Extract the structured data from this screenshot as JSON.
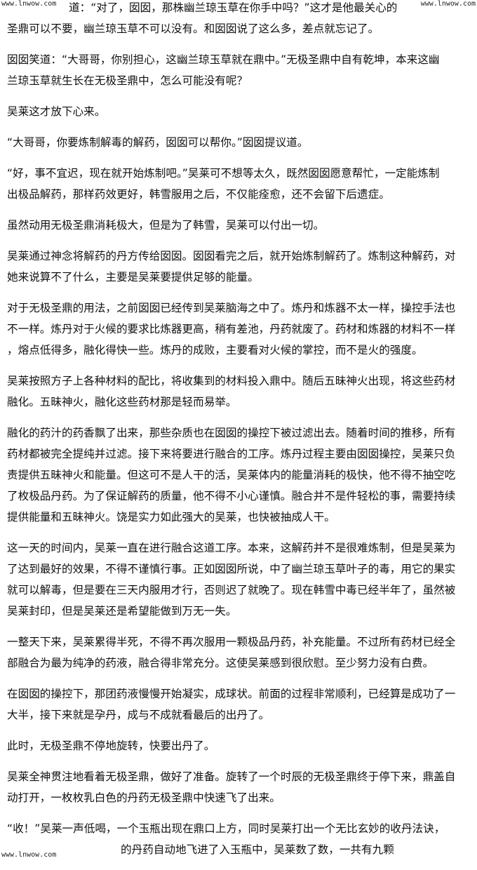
{
  "watermark": "www.lnwow.com",
  "paragraphs": [
    [
      "道：“对了，囡囡，那株幽兰琼玉草在你手中吗？”这才是他最关心的",
      "圣鼎可以不要，幽兰琼玉草不可以没有。和囡囡说了这么多，差点就忘记了。"
    ],
    [
      "囡囡笑道：“大哥哥，你别担心，这幽兰琼玉草就在鼎中。”无极圣鼎中自有乾坤，本来这幽",
      "兰琼玉草就生长在无极圣鼎中，怎么可能没有呢？"
    ],
    [
      "吴莱这才放下心来。"
    ],
    [
      "“大哥哥，你要炼制解毒的解药，囡囡可以帮你。”囡囡提议道。"
    ],
    [
      "“好，事不宜迟，现在就开始炼制吧。”吴莱可不想等太久，既然囡囡愿意帮忙，一定能炼制",
      "出极品解药，那样药效更好，韩雪服用之后，不仅能痊愈，还不会留下后遗症。"
    ],
    [
      "虽然动用无极圣鼎消耗极大，但是为了韩雪，吴莱可以付出一切。"
    ],
    [
      "吴莱通过神念将解药的丹方传给囡囡。囡囡看完之后，就开始炼制解药了。炼制这种解药，对",
      "她来说算不了什么，主要是吴莱要提供足够的能量。"
    ],
    [
      "对于无极圣鼎的用法，之前囡囡已经传到吴莱脑海之中了。炼丹和炼器不太一样，操控手法也",
      "不一样。炼丹对于火候的要求比炼器更高，稍有差池，丹药就废了。药材和炼器的材料不一样",
      "，熔点低得多，融化得快一些。炼丹的成败，主要看对火候的掌控，而不是火的强度。"
    ],
    [
      "吴莱按照方子上各种材料的配比，将收集到的材料投入鼎中。随后五昧神火出现，将这些药材",
      "融化。五昧神火，融化这些药材那是轻而易举。"
    ],
    [
      "融化的药汁的药香飘了出来，那些杂质也在囡囡的操控下被过滤出去。随着时间的推移，所有",
      "药材都被完全提纯并过滤。接下来将要进行融合的工序。炼丹过程主要由囡囡操控，吴莱只负",
      "责提供五昧神火和能量。但这可不是人干的活，吴莱体内的能量消耗的极快，他不得不抽空吃",
      "了枚极品丹药。为了保证解药的质量，他不得不小心谨慎。融合并不是件轻松的事，需要持续",
      "提供能量和五昧神火。饶是实力如此强大的吴莱，也快被抽成人干。"
    ],
    [
      "这一天的时间内，吴莱一直在进行融合这道工序。本来，这解药并不是很难炼制，但是吴莱为",
      "了达到最好的效果，不得不谨慎行事。正如囡囡所说，中了幽兰琼玉草叶子的毒，用它的果实",
      "就可以解毒，但是要在三天内服用才行，否则迟了就晚了。现在韩雪中毒已经半年了，虽然被",
      "吴莱封印，但是吴莱还是希望能做到万无一失。"
    ],
    [
      "一整天下来，吴莱累得半死，不得不再次服用一颗极品丹药，补充能量。不过所有药材已经全",
      "部融合为最为纯净的药液，融合得非常充分。这使吴莱感到很欣慰。至少努力没有白费。"
    ],
    [
      "在囡囡的操控下，那团药液慢慢开始凝实，成球状。前面的过程非常顺利，已经算是成功了一",
      "大半，接下来就是孕丹，成与不成就看最后的出丹了。"
    ],
    [
      "此时，无极圣鼎不停地旋转，快要出丹了。"
    ],
    [
      "吴莱全神贯注地看着无极圣鼎，做好了准备。旋转了一个时辰的无极圣鼎终于停下来，鼎盖自",
      "动打开，一枚枚乳白色的丹药无极圣鼎中快速飞了出来。"
    ],
    [
      "“收！”吴莱一声低喝，一个玉瓶出现在鼎口上方，同时吴莱打出一个无比玄妙的收丹法诀，",
      "的丹药自动地飞进了入玉瓶中，吴莱数了数，一共有九颗"
    ]
  ]
}
